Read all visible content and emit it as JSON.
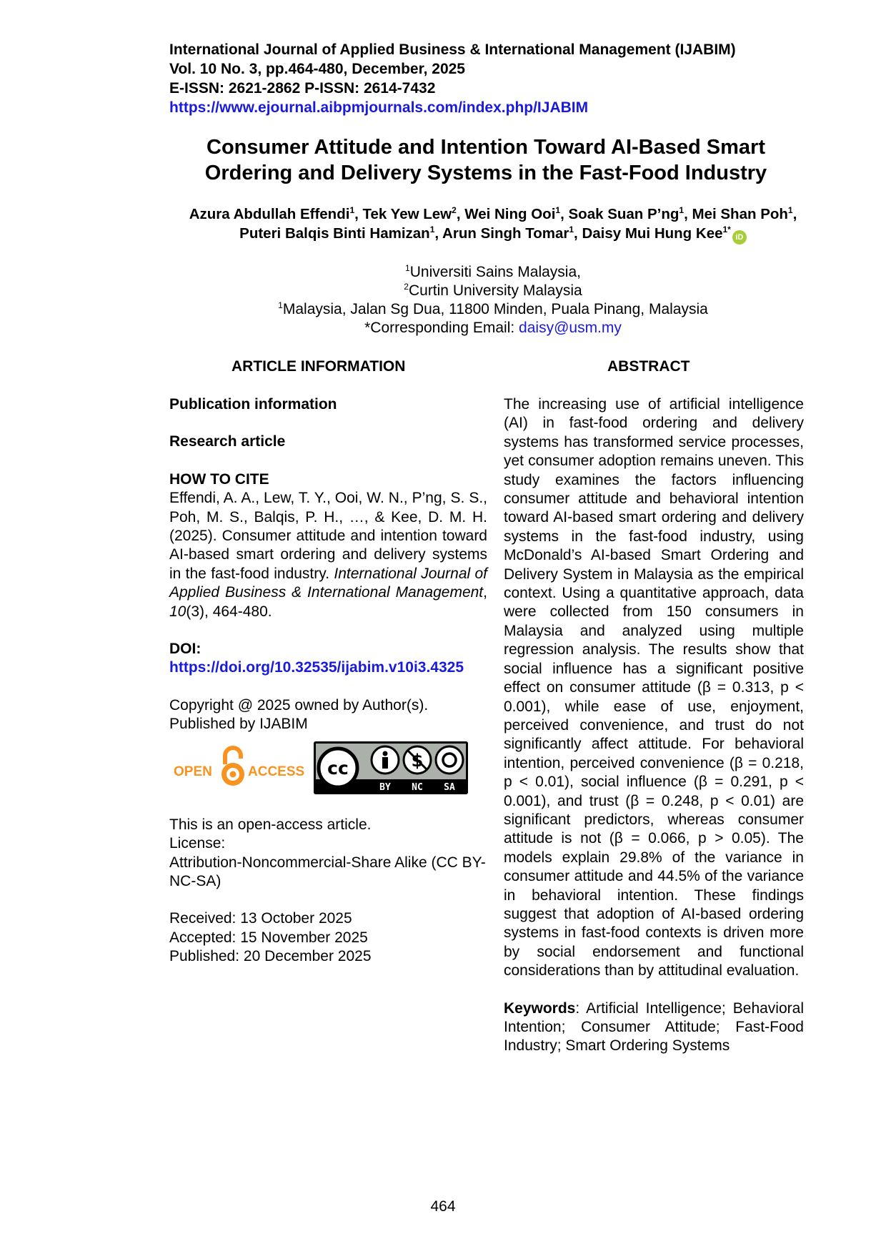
{
  "journal": {
    "name_line": "International Journal of Applied Business & International Management (IJABIM)",
    "volume_line": "Vol. 10 No. 3, pp.464-480, December, 2025",
    "issn_line": "E-ISSN: 2621-2862 P-ISSN: 2614-7432",
    "url": "https://www.ejournal.aibpmjournals.com/index.php/IJABIM"
  },
  "title": {
    "line1": "Consumer Attitude and Intention Toward AI-Based Smart",
    "line2": "Ordering and Delivery Systems in the Fast-Food Industry"
  },
  "authors": [
    {
      "name": "Azura Abdullah Effendi",
      "sup": "1",
      "sep": ", "
    },
    {
      "name": "Tek Yew Lew",
      "sup": "2",
      "sep": ", "
    },
    {
      "name": "Wei Ning Ooi",
      "sup": "1",
      "sep": ", "
    },
    {
      "name": "Soak Suan P’ng",
      "sup": "1",
      "sep": ", "
    },
    {
      "name": "Mei Shan Poh",
      "sup": "1",
      "sep": ", "
    },
    {
      "name": "Puteri Balqis Binti Hamizan",
      "sup": "1",
      "sep": ", "
    },
    {
      "name": "Arun Singh Tomar",
      "sup": "1",
      "sep": ", "
    },
    {
      "name": "Daisy Mui Hung Kee",
      "sup": "1*",
      "sep": ""
    }
  ],
  "orcid_icon": "iD",
  "affiliations": {
    "a1_sup": "1",
    "a1_text": "Universiti Sains Malaysia,",
    "a2_sup": "2",
    "a2_text": "Curtin University Malaysia",
    "a3_sup": "1",
    "a3_text": "Malaysia, Jalan Sg Dua, 11800 Minden, Puala Pinang, Malaysia",
    "email_label": "*Corresponding Email: ",
    "email": "daisy@usm.my"
  },
  "article_info": {
    "heading": "ARTICLE INFORMATION",
    "publication_info": "Publication information",
    "article_type": "Research article",
    "how_to_cite_heading": "HOW TO CITE",
    "citation_pre": "Effendi, A. A., Lew, T. Y., Ooi, W. N., P’ng, S. S., Poh, M. S., Balqis, P. H., …, & Kee, D. M. H. (2025). Consumer attitude and intention toward AI-based smart ordering and delivery systems in the fast-food industry. ",
    "citation_journal": "International Journal of Applied Business & International Management",
    "citation_sep": ", ",
    "citation_volume": "10",
    "citation_post": "(3), 464-480.",
    "doi_heading": "DOI:",
    "doi": "https://doi.org/10.32535/ijabim.v10i3.4325",
    "copyright_line1": "Copyright @ 2025 owned by Author(s).",
    "copyright_line2": "Published by IJABIM",
    "oa_open": "OPEN",
    "oa_access": "ACCESS",
    "cc_by": "BY",
    "cc_nc": "NC",
    "cc_sa": "SA",
    "oa_statement": "This is an open-access article.",
    "license_label": "License:",
    "license": "Attribution-Noncommercial-Share Alike (CC BY-NC-SA)",
    "received": "Received: 13 October 2025",
    "accepted": "Accepted: 15 November 2025",
    "published": "Published: 20 December 2025"
  },
  "abstract": {
    "heading": "ABSTRACT",
    "text": "The increasing use of artificial intelligence (AI) in fast-food ordering and delivery systems has transformed service processes, yet consumer adoption remains uneven. This study examines the factors influencing consumer attitude and behavioral intention toward AI-based smart ordering and delivery systems in the fast-food industry, using McDonald’s AI-based Smart Ordering and Delivery System in Malaysia as the empirical context. Using a quantitative approach, data were collected from 150 consumers in Malaysia and analyzed using multiple regression analysis. The results show that social influence has a significant positive effect on consumer attitude (β = 0.313, p < 0.001), while ease of use, enjoyment, perceived convenience, and trust do not significantly affect attitude. For behavioral intention, perceived convenience (β = 0.218, p < 0.01), social influence (β = 0.291, p < 0.001), and trust (β = 0.248, p < 0.01) are significant predictors, whereas consumer attitude is not (β = 0.066, p > 0.05). The models explain 29.8% of the variance in consumer attitude and 44.5% of the variance in behavioral intention. These findings suggest that adoption of AI-based ordering systems in fast-food contexts is driven more by social endorsement and functional considerations than by attitudinal evaluation.",
    "keywords_label": "Keywords",
    "keywords_colon": ":",
    "keywords": " Artificial Intelligence; Behavioral Intention; Consumer Attitude; Fast-Food Industry; Smart Ordering Systems"
  },
  "page_number": "464",
  "colors": {
    "link": "#1a1adc",
    "orcid": "#a6ce39",
    "oa_orange": "#f7931e"
  }
}
